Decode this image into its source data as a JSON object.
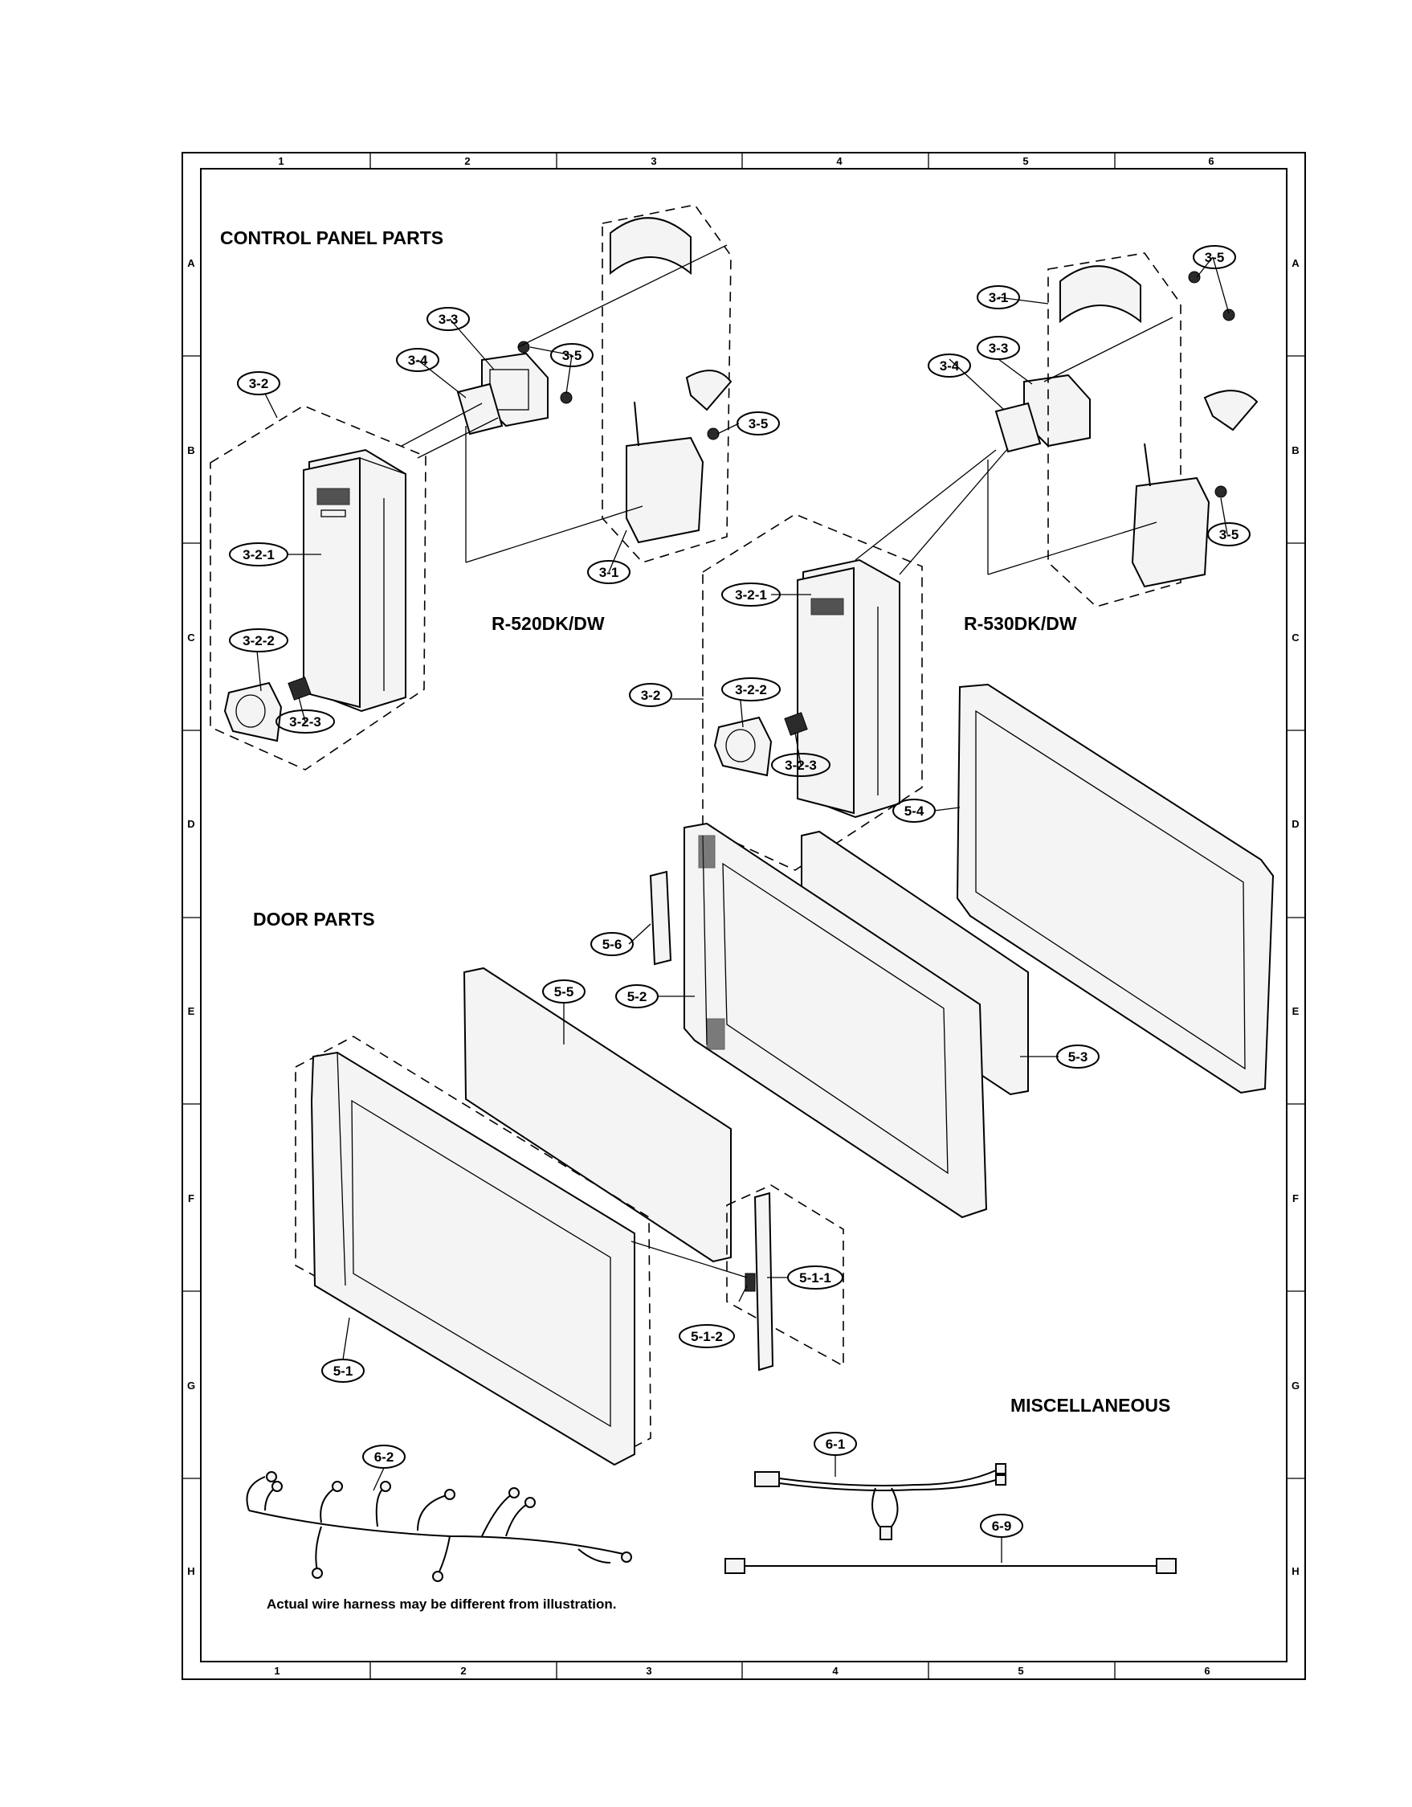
{
  "sections": {
    "control_panel": "CONTROL PANEL PARTS",
    "door": "DOOR PARTS",
    "misc": "MISCELLANEOUS"
  },
  "models": {
    "left": "R-520DK/DW",
    "right": "R-530DK/DW"
  },
  "grid": {
    "columns": [
      "1",
      "2",
      "3",
      "4",
      "5",
      "6"
    ],
    "rows": [
      "A",
      "B",
      "C",
      "D",
      "E",
      "F",
      "G",
      "H"
    ]
  },
  "callouts": {
    "left_3_2": "3-2",
    "left_3_2_1": "3-2-1",
    "left_3_2_2": "3-2-2",
    "left_3_2_3": "3-2-3",
    "left_3_3": "3-3",
    "left_3_4": "3-4",
    "left_3_5a": "3-5",
    "left_3_5b": "3-5",
    "left_3_1": "3-1",
    "right_3_1": "3-1",
    "right_3_3": "3-3",
    "right_3_4": "3-4",
    "right_3_5a": "3-5",
    "right_3_5b": "3-5",
    "right_3_2": "3-2",
    "right_3_2_1": "3-2-1",
    "right_3_2_2": "3-2-2",
    "right_3_2_3": "3-2-3",
    "door_5_4": "5-4",
    "door_5_6": "5-6",
    "door_5_2": "5-2",
    "door_5_5": "5-5",
    "door_5_3": "5-3",
    "door_5_1_1": "5-1-1",
    "door_5_1_2": "5-1-2",
    "door_5_1": "5-1",
    "misc_6_2": "6-2",
    "misc_6_1": "6-1",
    "misc_6_9": "6-9"
  },
  "note": "Actual wire harness may be different from illustration."
}
